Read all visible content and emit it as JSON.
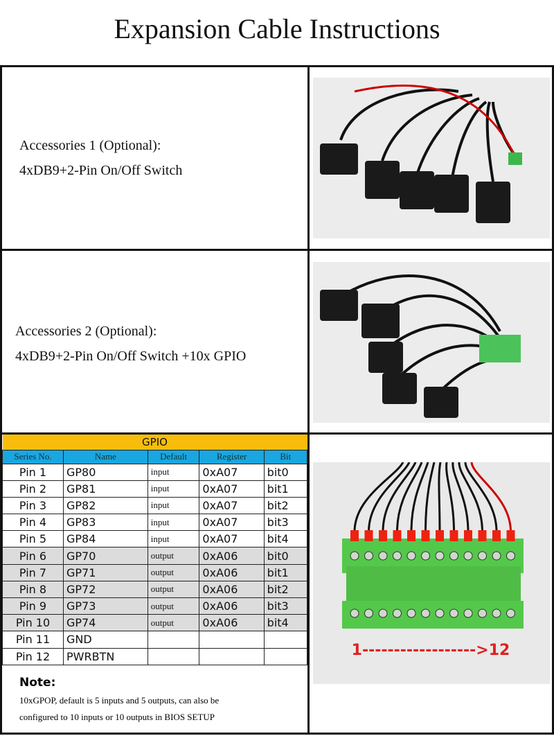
{
  "title": "Expansion Cable Instructions",
  "accessories": [
    {
      "name": "Accessories 1 (Optional):",
      "desc": "4xDB9+2-Pin On/Off Switch"
    },
    {
      "name": "Accessories 2 (Optional):",
      "desc": "4xDB9+2-Pin On/Off Switch +10x GPIO"
    }
  ],
  "gpio": {
    "title": "GPIO",
    "headers": [
      "Series No.",
      "Name",
      "Default",
      "Register",
      "Bit"
    ],
    "rows": [
      [
        "Pin 1",
        "GP80",
        "input",
        "0xA07",
        "bit0"
      ],
      [
        "Pin 2",
        "GP81",
        "input",
        "0xA07",
        "bit1"
      ],
      [
        "Pin 3",
        "GP82",
        "input",
        "0xA07",
        "bit2"
      ],
      [
        "Pin 4",
        "GP83",
        "input",
        "0xA07",
        "bit3"
      ],
      [
        "Pin 5",
        "GP84",
        "input",
        "0xA07",
        "bit4"
      ],
      [
        "Pin 6",
        "GP70",
        "output",
        "0xA06",
        "bit0"
      ],
      [
        "Pin 7",
        "GP71",
        "output",
        "0xA06",
        "bit1"
      ],
      [
        "Pin 8",
        "GP72",
        "output",
        "0xA06",
        "bit2"
      ],
      [
        "Pin 9",
        "GP73",
        "output",
        "0xA06",
        "bit3"
      ],
      [
        "Pin 10",
        "GP74",
        "output",
        "0xA06",
        "bit4"
      ],
      [
        "Pin 11",
        "GND",
        "",
        "",
        ""
      ],
      [
        "Pin 12",
        "PWRBTN",
        "",
        "",
        ""
      ]
    ]
  },
  "note": {
    "label": "Note:",
    "line1": "10xGPOP, default is 5 inputs and 5 outputs, can also be",
    "line2": "configured to 10 inputs or 10 outputs in BIOS SETUP"
  },
  "terminal_label": "1------------------>12"
}
